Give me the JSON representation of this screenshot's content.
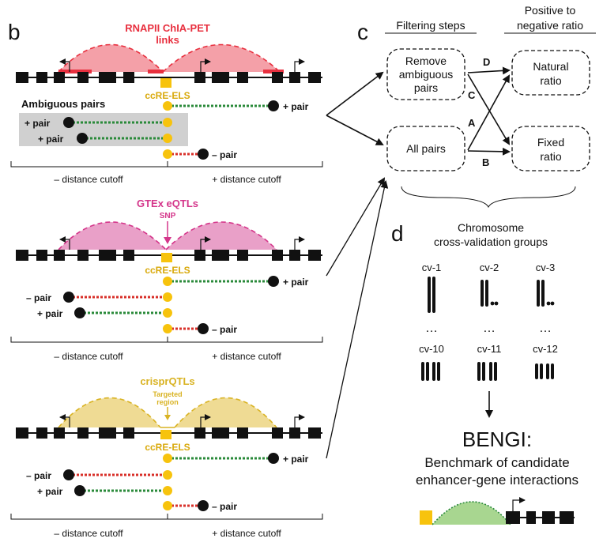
{
  "panels": {
    "b": "b",
    "c": "c",
    "d": "d"
  },
  "colors": {
    "chiapet": "#e8303f",
    "chiapet_fill": "#f4a0a8",
    "gtex": "#d4358a",
    "gtex_fill": "#e9a0c8",
    "crispr": "#d9b323",
    "crispr_fill": "#efdb94",
    "ccre": "#f7c30d",
    "positive": "#2a8a3a",
    "negative": "#d8302a",
    "gene": "#111111",
    "bengi_fill": "#a8d690"
  },
  "section1": {
    "title_line1": "RNAPII ChIA-PET",
    "title_line2": "links",
    "ccre_label": "ccRE-ELS",
    "ambiguous_title": "Ambiguous pairs",
    "amb_pair1": "+ pair",
    "amb_pair2": "+ pair",
    "right_pair_pos": "+ pair",
    "right_pair_neg": "– pair",
    "left_cutoff": "– distance cutoff",
    "right_cutoff": "+ distance cutoff"
  },
  "section2": {
    "title": "GTEx eQTLs",
    "snp": "SNP",
    "ccre_label": "ccRE-ELS",
    "right_pair_pos": "+ pair",
    "left_pair_neg": "– pair",
    "left_pair_pos": "+ pair",
    "right_pair_neg": "– pair",
    "left_cutoff": "– distance cutoff",
    "right_cutoff": "+ distance cutoff"
  },
  "section3": {
    "title": "crisprQTLs",
    "targeted_line1": "Targeted",
    "targeted_line2": "region",
    "ccre_label": "ccRE-ELS",
    "right_pair_pos": "+ pair",
    "left_pair_neg": "– pair",
    "left_pair_pos": "+ pair",
    "right_pair_neg": "– pair",
    "left_cutoff": "– distance cutoff",
    "right_cutoff": "+ distance cutoff"
  },
  "panel_c": {
    "header_left": "Filtering steps",
    "header_right_line1": "Positive to",
    "header_right_line2": "negative ratio",
    "remove_line1": "Remove",
    "remove_line2": "ambiguous",
    "remove_line3": "pairs",
    "all_pairs": "All pairs",
    "natural_line1": "Natural",
    "natural_line2": "ratio",
    "fixed_line1": "Fixed",
    "fixed_line2": "ratio",
    "arrow_a": "A",
    "arrow_b": "B",
    "arrow_c": "C",
    "arrow_d": "D"
  },
  "panel_d": {
    "title_line1": "Chromosome",
    "title_line2": "cross-validation groups",
    "groups_top": [
      "cv-1",
      "cv-2",
      "cv-3"
    ],
    "ellipsis": "…",
    "groups_bottom": [
      "cv-10",
      "cv-11",
      "cv-12"
    ],
    "bengi_title": "BENGI:",
    "bengi_line1": "Benchmark of candidate",
    "bengi_line2": "enhancer-gene interactions"
  }
}
